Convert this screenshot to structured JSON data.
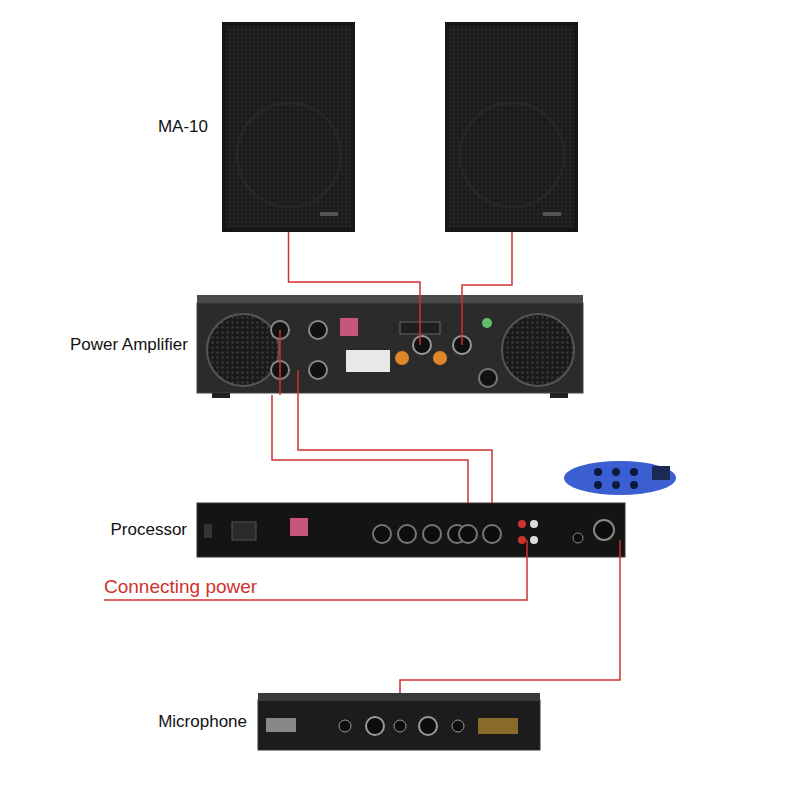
{
  "diagram": {
    "nodes": [
      {
        "text": [
          "MA-10"
        ]
      },
      {
        "text": [
          "Power Amplifier"
        ]
      },
      {
        "text": [
          "Processor"
        ]
      },
      {
        "text": [
          "Microphone"
        ]
      }
    ],
    "edges": [
      {
        "from": 0,
        "to": 1,
        "arrow": "none"
      },
      {
        "from": 1,
        "to": 2,
        "arrow": "none"
      },
      {
        "from": 1,
        "to": 2,
        "arrow": "none"
      },
      {
        "from": 2,
        "to": 3,
        "arrow": "none"
      }
    ],
    "labels": [
      "Connecting power"
    ]
  }
}
